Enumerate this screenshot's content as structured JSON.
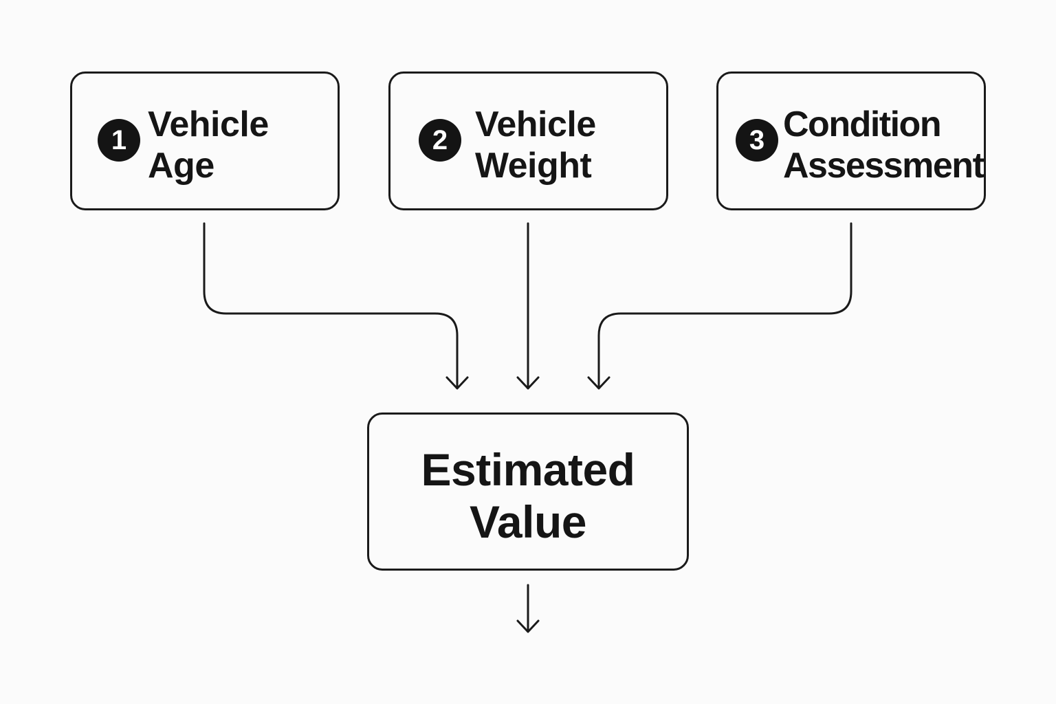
{
  "diagram": {
    "inputs": [
      {
        "number": "1",
        "line1": "Vehicle",
        "line2": "Age"
      },
      {
        "number": "2",
        "line1": "Vehicle",
        "line2": "Weight"
      },
      {
        "number": "3",
        "line1": "Condition",
        "line2": "Assessment"
      }
    ],
    "output": {
      "line1": "Estimated",
      "line2": "Value"
    }
  }
}
